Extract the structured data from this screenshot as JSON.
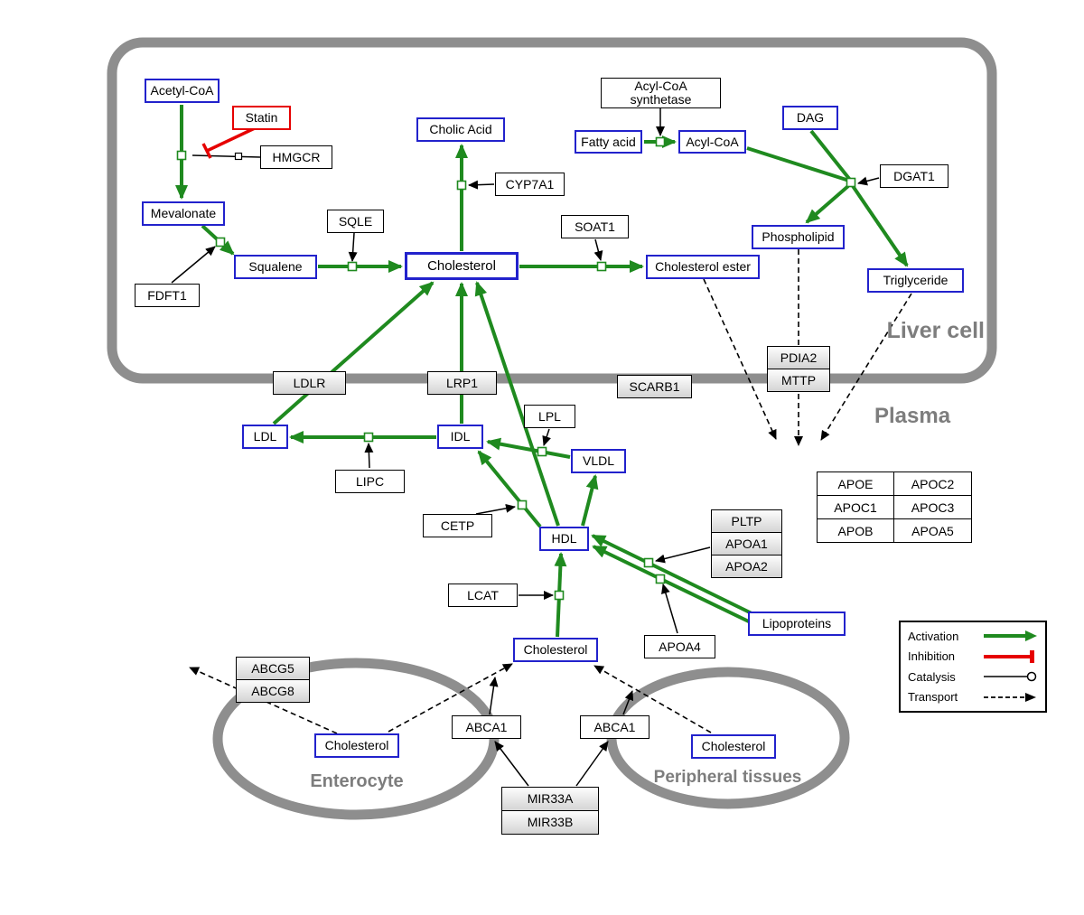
{
  "compartments": {
    "liver": "Liver cell",
    "plasma": "Plasma",
    "enterocyte": "Enterocyte",
    "peripheral": "Peripheral tissues"
  },
  "nodes": {
    "acetyl_coa": "Acetyl-CoA",
    "statin": "Statin",
    "hmgcr": "HMGCR",
    "mevalonate": "Mevalonate",
    "fdft1": "FDFT1",
    "squalene": "Squalene",
    "sqle": "SQLE",
    "cholesterol": "Cholesterol",
    "cholic_acid": "Cholic Acid",
    "cyp7a1": "CYP7A1",
    "soat1": "SOAT1",
    "cholesterol_ester": "Cholesterol ester",
    "fatty_acid": "Fatty acid",
    "acyl_coa": "Acyl-CoA",
    "acyl_coa_synthetase": "Acyl-CoA synthetase",
    "dag": "DAG",
    "dgat1": "DGAT1",
    "phospholipid": "Phospholipid",
    "triglyceride": "Triglyceride",
    "pdia2": "PDIA2",
    "mttp": "MTTP",
    "ldlr": "LDLR",
    "lrp1": "LRP1",
    "scarb1": "SCARB1",
    "ldl": "LDL",
    "idl": "IDL",
    "lipc": "LIPC",
    "lpl": "LPL",
    "vldl": "VLDL",
    "cetp": "CETP",
    "hdl": "HDL",
    "lcat": "LCAT",
    "apoa4": "APOA4",
    "lipoproteins": "Lipoproteins",
    "pltp": "PLTP",
    "apoa1": "APOA1",
    "apoa2": "APOA2",
    "apoe": "APOE",
    "apoc2": "APOC2",
    "apoc1": "APOC1",
    "apoc3": "APOC3",
    "apob": "APOB",
    "apoa5": "APOA5",
    "cholesterol_plasma": "Cholesterol",
    "abcg5": "ABCG5",
    "abcg8": "ABCG8",
    "cholesterol_enterocyte": "Cholesterol",
    "abca1_left": "ABCA1",
    "abca1_right": "ABCA1",
    "cholesterol_peripheral": "Cholesterol",
    "mir33a": "MIR33A",
    "mir33b": "MIR33B"
  },
  "legend": {
    "activation": "Activation",
    "inhibition": "Inhibition",
    "catalysis": "Catalysis",
    "transport": "Transport"
  },
  "colors": {
    "activation_green": "#1f8a1f",
    "inhibition_red": "#e60000",
    "metabolite_border_blue": "#2222cc",
    "compartment_gray": "#8e8e8e"
  }
}
